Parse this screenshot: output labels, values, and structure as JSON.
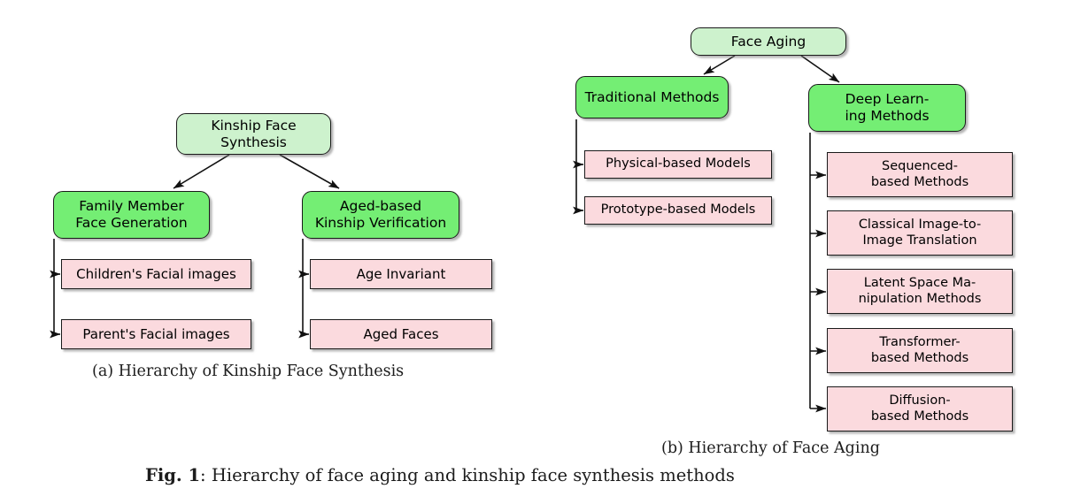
{
  "figure": {
    "label": "Fig. 1",
    "separator": ":",
    "caption": "Hierarchy of face aging and kinship face synthesis methods"
  },
  "panels": [
    {
      "id": "panel-a",
      "caption": "(a) Hierarchy of Kinship Face Synthesis",
      "root": {
        "label": "Kinship Face\nSynthesis",
        "color": "#cdf2cd"
      },
      "branches": [
        {
          "label": "Family Member\nFace Generation",
          "color": "#74ee74",
          "leaves": [
            {
              "label": "Children's Facial images",
              "color": "#fbdade"
            },
            {
              "label": "Parent's Facial images",
              "color": "#fbdade"
            }
          ]
        },
        {
          "label": "Aged-based\nKinship Verification",
          "color": "#74ee74",
          "leaves": [
            {
              "label": "Age Invariant",
              "color": "#fbdade"
            },
            {
              "label": "Aged Faces",
              "color": "#fbdade"
            }
          ]
        }
      ]
    },
    {
      "id": "panel-b",
      "caption": "(b) Hierarchy of Face Aging",
      "root": {
        "label": "Face Aging",
        "color": "#cdf2cd"
      },
      "branches": [
        {
          "label": "Traditional Methods",
          "color": "#74ee74",
          "leaves": [
            {
              "label": "Physical-based Models",
              "color": "#fbdade"
            },
            {
              "label": "Prototype-based Models",
              "color": "#fbdade"
            }
          ]
        },
        {
          "label": "Deep Learn-\ning Methods",
          "color": "#74ee74",
          "leaves": [
            {
              "label": "Sequenced-\nbased Methods",
              "color": "#fbdade"
            },
            {
              "label": "Classical Image-to-\nImage Translation",
              "color": "#fbdade"
            },
            {
              "label": "Latent Space Ma-\nnipulation Methods",
              "color": "#fbdade"
            },
            {
              "label": "Transformer-\nbased Methods",
              "color": "#fbdade"
            },
            {
              "label": "Diffusion-\nbased Methods",
              "color": "#fbdade"
            }
          ]
        }
      ]
    }
  ],
  "nodes": {
    "a_root": {
      "text": "Kinship Face\nSynthesis"
    },
    "a_b1": {
      "text": "Family Member\nFace Generation"
    },
    "a_b2": {
      "text": "Aged-based\nKinship Verification"
    },
    "a_b1_l1": {
      "text": "Children's Facial images"
    },
    "a_b1_l2": {
      "text": "Parent's Facial images"
    },
    "a_b2_l1": {
      "text": "Age Invariant"
    },
    "a_b2_l2": {
      "text": "Aged Faces"
    },
    "b_root": {
      "text": "Face Aging"
    },
    "b_b1": {
      "text": "Traditional Methods"
    },
    "b_b2": {
      "text": "Deep Learn-\ning Methods"
    },
    "b_b1_l1": {
      "text": "Physical-based Models"
    },
    "b_b1_l2": {
      "text": "Prototype-based Models"
    },
    "b_b2_l1": {
      "text": "Sequenced-\nbased Methods"
    },
    "b_b2_l2": {
      "text": "Classical Image-to-\nImage Translation"
    },
    "b_b2_l3": {
      "text": "Latent Space Ma-\nnipulation Methods"
    },
    "b_b2_l4": {
      "text": "Transformer-\nbased Methods"
    },
    "b_b2_l5": {
      "text": "Diffusion-\nbased Methods"
    }
  },
  "captions": {
    "panel_a": "(a) Hierarchy of Kinship Face Synthesis",
    "panel_b": "(b) Hierarchy of Face Aging",
    "fig_label": "Fig. 1",
    "fig_sep": ": ",
    "fig_text": "Hierarchy of face aging and kinship face synthesis methods"
  },
  "colors": {
    "root_green": "#cdf2cd",
    "branch_green": "#74ee74",
    "leaf_pink": "#fbdade",
    "border": "#1a1a1a",
    "text": "#000000"
  }
}
